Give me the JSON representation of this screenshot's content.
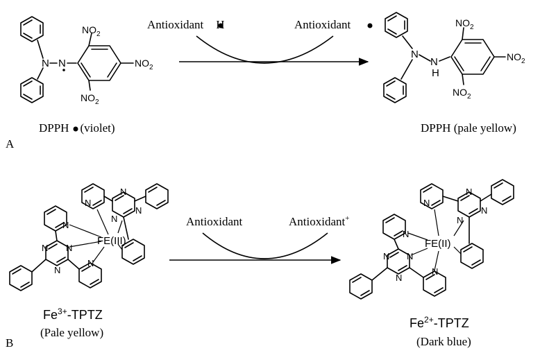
{
  "panel_a": {
    "label": "A",
    "reactant_caption_pre": "DPPH",
    "reactant_caption_post": "(violet)",
    "reagent_in_pre": "Antioxidant",
    "reagent_in_post": "H",
    "reagent_out": "Antioxidant",
    "product_caption": "DPPH (pale yellow)",
    "atoms": {
      "n1": "N",
      "n2": "N",
      "nh_n": "N",
      "nh_n2": "N",
      "h": "H",
      "no2": "NO",
      "sub2": "2"
    }
  },
  "panel_b": {
    "label": "B",
    "reagent_in": "Antioxidant",
    "reagent_out": "Antioxidant",
    "reagent_out_sup": "+",
    "reactant_caption_base": "Fe",
    "reactant_caption_sup": "3+",
    "reactant_caption_tail": "-TPTZ",
    "reactant_color": "(Pale yellow)",
    "product_caption_base": "Fe",
    "product_caption_sup": "2+",
    "product_caption_tail": "-TPTZ",
    "product_color": "(Dark blue)",
    "reactant_center": "FE(III)",
    "product_center": "FE(II)",
    "atom_n": "N"
  },
  "colors": {
    "ink": "#000000",
    "background": "#ffffff"
  }
}
